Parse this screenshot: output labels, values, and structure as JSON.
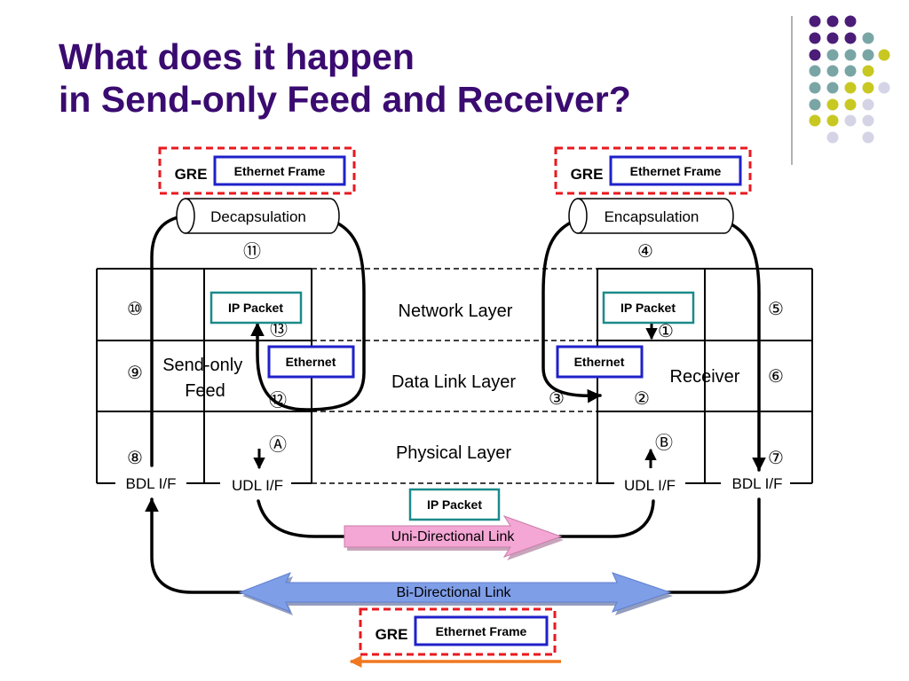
{
  "title": {
    "line1": "What does it happen",
    "line2": "in Send-only Feed and Receiver?"
  },
  "colors": {
    "title": "#3a0b70",
    "dot_purple": "#4b1c78",
    "dot_teal": "#7aa5a5",
    "dot_yellow": "#c8c822",
    "dot_lavender": "#d4d4e6",
    "gre_border": "#e8191f",
    "frame_border": "#1f21c9",
    "ip_packet_border": "#1c8a8a",
    "uni_link_fill": "#f4a6d4",
    "bi_link_fill": "#7f9ee8",
    "orange_arrow": "#f07820"
  },
  "gre_box": {
    "gre_label": "GRE",
    "frame_label": "Ethernet Frame"
  },
  "cylinders": {
    "left": "Decapsulation",
    "right": "Encapsulation"
  },
  "layers": {
    "network": "Network Layer",
    "datalink": "Data Link Layer",
    "physical": "Physical Layer"
  },
  "nodes": {
    "sender": "Send-only\nFeed",
    "receiver": "Receiver"
  },
  "packets": {
    "ip": "IP Packet",
    "ethernet": "Ethernet"
  },
  "interfaces": {
    "bdl": "BDL I/F",
    "udl": "UDL I/F"
  },
  "links": {
    "uni": "Uni-Directional Link",
    "bi": "Bi-Directional Link"
  },
  "steps": {
    "s1": "①",
    "s2": "②",
    "s3": "③",
    "s4": "④",
    "s5": "⑤",
    "s6": "⑥",
    "s7": "⑦",
    "s8": "⑧",
    "s9": "⑨",
    "s10": "⑩",
    "s11": "⑪",
    "s12": "⑫",
    "s13": "⑬",
    "sA": "Ⓐ",
    "sB": "Ⓑ"
  }
}
